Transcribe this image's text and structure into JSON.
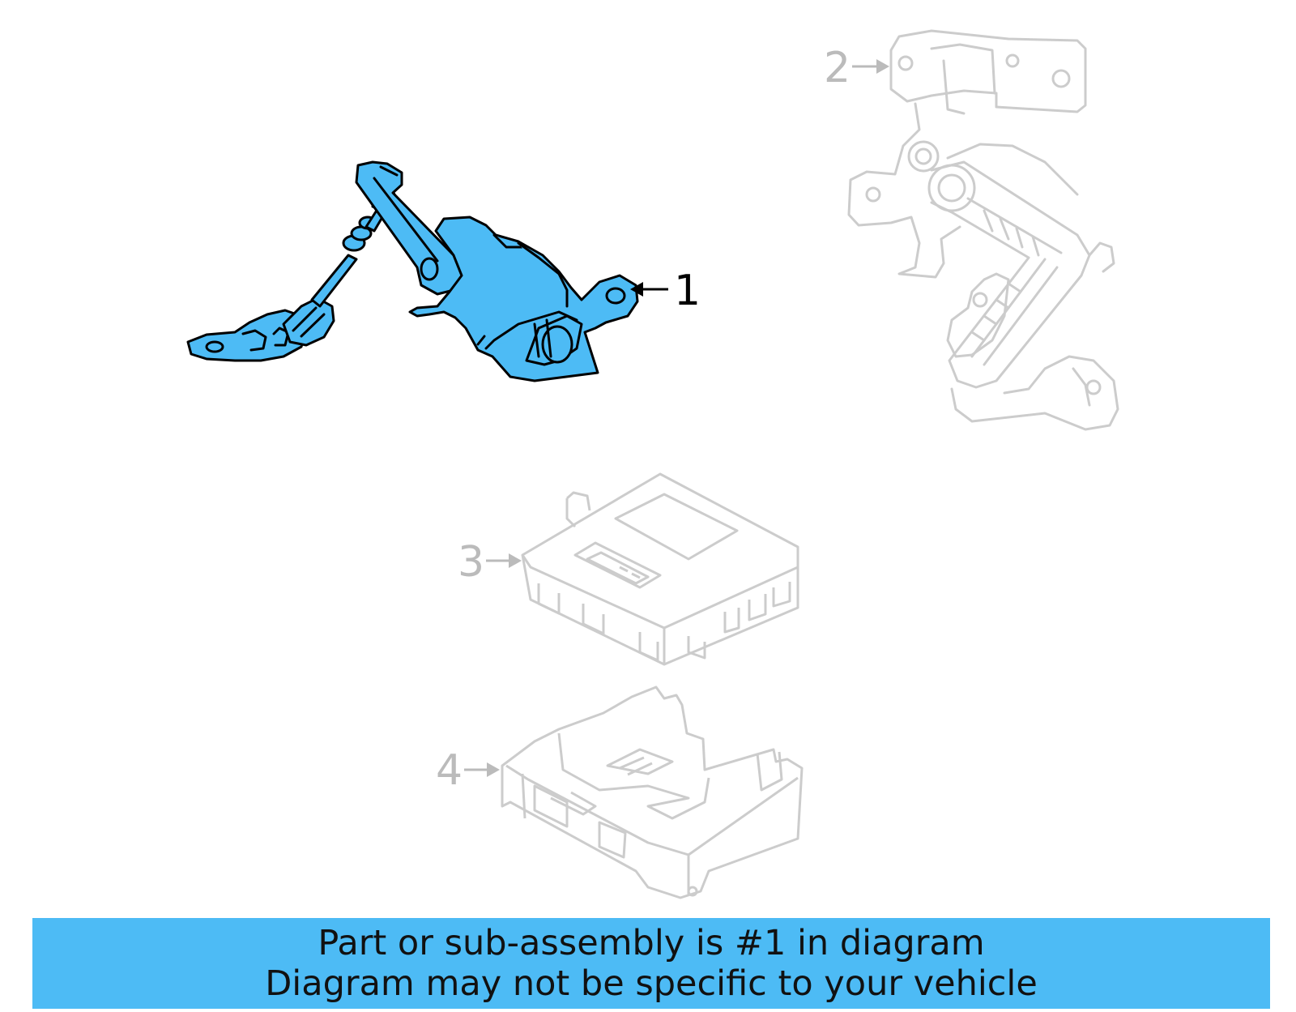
{
  "colors": {
    "highlight": "#4DBBF5",
    "highlight_outline": "#000000",
    "ghost_outline": "#cccccc",
    "banner_bg": "#4DBBF5",
    "callout_active": "#000000",
    "callout_inactive": "#bbbbbb"
  },
  "callouts": [
    {
      "label": "1",
      "highlighted": true
    },
    {
      "label": "2",
      "highlighted": false
    },
    {
      "label": "3",
      "highlighted": false
    },
    {
      "label": "4",
      "highlighted": false
    }
  ],
  "banner": {
    "line1": "Part or sub-assembly is #1 in diagram",
    "line2": "Diagram may not be specific to your vehicle"
  }
}
